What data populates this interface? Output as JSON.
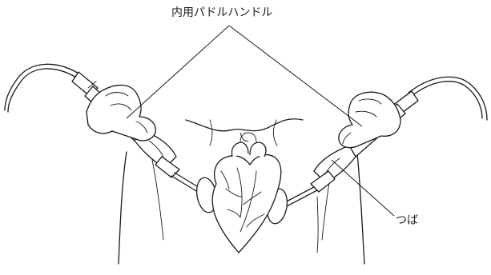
{
  "labels": {
    "paddle_handle": "内用パドルハンドル",
    "guard": "つば"
  },
  "icons": {
    "heart": "heart-illustration",
    "torso": "torso-outline",
    "paddle": "internal-paddle"
  },
  "colors": {
    "ink": "#1a1a1a",
    "background": "#ffffff"
  }
}
